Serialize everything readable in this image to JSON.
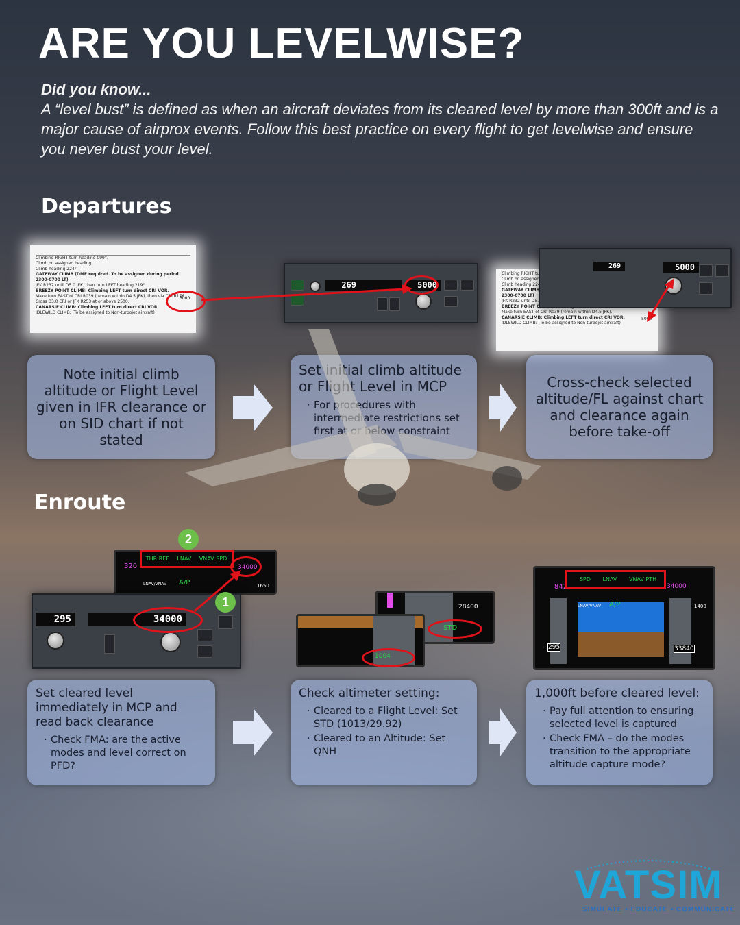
{
  "header": {
    "title": "ARE YOU LEVELWISE?",
    "intro_lead": "Did you know...",
    "intro_body": "A “level bust” is defined as when an aircraft deviates from its cleared level by more than 300ft and is a major cause of airprox events. Follow this best practice on every flight to get levelwise and ensure you never bust your level."
  },
  "departures": {
    "heading": "Departures",
    "steps": [
      {
        "text": "Note initial climb altitude or Flight Level given in IFR clearance or on SID chart if not stated"
      },
      {
        "title": "Set initial climb altitude or Flight Level in MCP",
        "bullet": "For procedures with intermediate restrictions set first at or below constraint"
      },
      {
        "text": "Cross-check selected altitude/FL against chart and clearance again before take-off"
      }
    ],
    "chart_value": "5000",
    "mcp": {
      "speed": "269",
      "altitude": "5000"
    }
  },
  "enroute": {
    "heading": "Enroute",
    "steps": [
      {
        "title": "Set cleared level immediately in MCP and read back clearance",
        "bullet": "Check FMA: are the active modes and level correct on PFD?"
      },
      {
        "title": "Check altimeter setting:",
        "bullets": [
          "Cleared to a Flight Level: Set STD (1013/29.92)",
          "Cleared to an Altitude: Set QNH"
        ]
      },
      {
        "title": "1,000ft before cleared level:",
        "bullets": [
          "Pay full attention to ensuring selected level is captured",
          "Check FMA – do the modes transition to the appropriate altitude capture mode?"
        ]
      }
    ],
    "markers": [
      "2",
      "1"
    ],
    "mcp": {
      "heading": "295",
      "altitude": "34000"
    },
    "fma_left": [
      "THR REF",
      "LNAV",
      "VNAV SPD"
    ],
    "fma_right": [
      "SPD",
      "LNAV",
      "VNAV PTH"
    ],
    "pfd_speed": "320",
    "pfd_alt": "34000",
    "pfd_vs": "1650",
    "baro_std": "STD",
    "baro_value": "1004",
    "alt_tape": "28400",
    "pfd2_speed": "842",
    "pfd2_alt": "34000",
    "pfd2_heading": "295",
    "pfd2_vs": "1400",
    "pfd2_alt_readout": "33840",
    "ap_mode": "A/P",
    "lnav_mode": "LNAV/VNAV"
  },
  "brand": {
    "name": "VATSIM",
    "tagline": "SIMULATE • EDUCATE • COMMUNICATE"
  },
  "colors": {
    "box": "#a0b4e1",
    "highlight": "#e0121a",
    "marker": "#6cc04a",
    "fma_green": "#2bd14b",
    "magenta": "#e24dea",
    "logo": "#1ea6d8"
  }
}
